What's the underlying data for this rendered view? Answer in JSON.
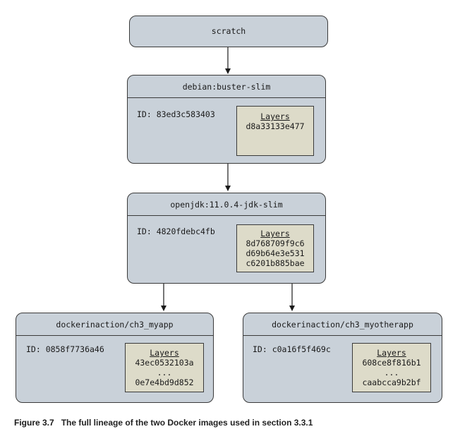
{
  "nodes": {
    "scratch": {
      "title": "scratch"
    },
    "debian": {
      "title": "debian:buster-slim",
      "id": "ID: 83ed3c583403",
      "layers_title": "Layers",
      "layers": [
        "d8a33133e477"
      ]
    },
    "openjdk": {
      "title": "openjdk:11.0.4-jdk-slim",
      "id": "ID: 4820fdebc4fb",
      "layers_title": "Layers",
      "layers": [
        "8d768709f9c6",
        "d69b64e3e531",
        "c6201b885bae"
      ]
    },
    "myapp": {
      "title": "dockerinaction/ch3_myapp",
      "id": "ID: 0858f7736a46",
      "layers_title": "Layers",
      "layers": [
        "43ec0532103a",
        "...",
        "0e7e4bd9d852"
      ]
    },
    "myotherapp": {
      "title": "dockerinaction/ch3_myotherapp",
      "id": "ID: c0a16f5f469c",
      "layers_title": "Layers",
      "layers": [
        "608ce8f816b1",
        "...",
        "caabcca9b2bf"
      ]
    }
  },
  "caption": {
    "label": "Figure 3.7",
    "text": "The full lineage of the two Docker images used in section 3.3.1"
  }
}
